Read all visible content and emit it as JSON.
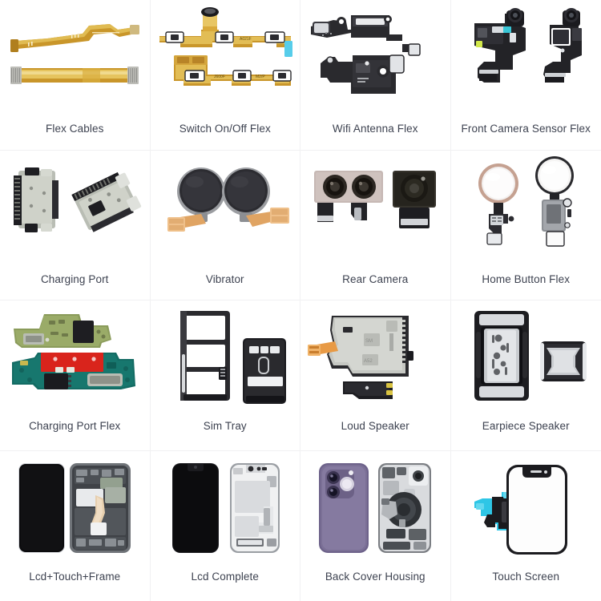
{
  "page": {
    "title": "Mobile Spare Parts Categories",
    "columns": 4,
    "rows": 4,
    "background_color": "#ffffff",
    "label_color": "#3d4250",
    "divider_color": "#f1f1f2"
  },
  "categories": [
    {
      "label": "Flex Cables",
      "icon": "flex-cables-thumbnail"
    },
    {
      "label": "Switch On/Off Flex",
      "icon": "switch-onoff-flex-thumbnail"
    },
    {
      "label": "Wifi Antenna Flex",
      "icon": "wifi-antenna-flex-thumbnail"
    },
    {
      "label": "Front Camera Sensor Flex",
      "icon": "front-camera-sensor-flex-thumbnail"
    },
    {
      "label": "Charging Port",
      "icon": "charging-port-thumbnail"
    },
    {
      "label": "Vibrator",
      "icon": "vibrator-thumbnail"
    },
    {
      "label": "Rear Camera",
      "icon": "rear-camera-thumbnail"
    },
    {
      "label": "Home Button Flex",
      "icon": "home-button-flex-thumbnail"
    },
    {
      "label": "Charging Port Flex",
      "icon": "charging-port-flex-thumbnail"
    },
    {
      "label": "Sim Tray",
      "icon": "sim-tray-thumbnail"
    },
    {
      "label": "Loud Speaker",
      "icon": "loud-speaker-thumbnail"
    },
    {
      "label": "Earpiece Speaker",
      "icon": "earpiece-speaker-thumbnail"
    },
    {
      "label": "Lcd+Touch+Frame",
      "icon": "lcd-touch-frame-thumbnail"
    },
    {
      "label": "Lcd Complete",
      "icon": "lcd-complete-thumbnail"
    },
    {
      "label": "Back Cover Housing",
      "icon": "back-cover-housing-thumbnail"
    },
    {
      "label": "Touch Screen",
      "icon": "touch-screen-thumbnail"
    }
  ],
  "palette": {
    "flex_gold": "#c79a2a",
    "flex_gold_light": "#e3c25c",
    "flex_gold_pale": "#efdc90",
    "black_part": "#222226",
    "dark_gray": "#3a3a3e",
    "metal_silver": "#c9cbc8",
    "metal_light": "#e6e7e4",
    "pcb_green": "#7f9a55",
    "pcb_teal": "#18776e",
    "red_tape": "#e0231c",
    "copper": "#e8a765",
    "cyan_tape": "#2ec6e6",
    "purple_housing": "#7b6f95",
    "screen_black": "#0d0d0f"
  }
}
